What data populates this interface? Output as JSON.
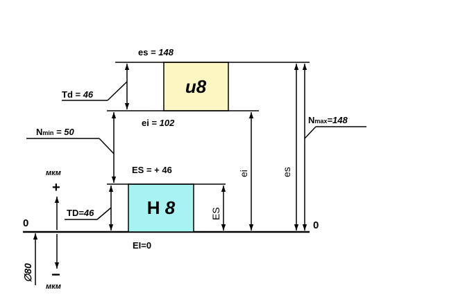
{
  "colors": {
    "shaft_zone": "#fbf6c2",
    "hole_zone": "#a6f3f2",
    "line": "#000000"
  },
  "shaft_zone": {
    "label_letter": "u",
    "label_grade": "8",
    "es_label": "es = ",
    "es_value": "148",
    "ei_label": "ei = ",
    "ei_value": "102",
    "td_label": "Td = ",
    "td_value": "46"
  },
  "hole_zone": {
    "label_letter": "H",
    "label_grade": "8",
    "es_label": "ES = + 46",
    "ei_label": "EI=0",
    "td_label": "TD=",
    "td_value": "46"
  },
  "clearances": {
    "n_min_main": "N",
    "n_min_sub": "min",
    "n_min_value": " = 50",
    "n_max_main": "N",
    "n_max_sub": "max",
    "n_max_value": "=148"
  },
  "dimension_labels": {
    "es_vertical": "es",
    "ei_vertical": "ei",
    "ES_vertical": "ES"
  },
  "zero_line": {
    "left_label": "0",
    "right_label": "0"
  },
  "axis": {
    "plus_sign": "+",
    "minus_sign": "−",
    "unit_top": "мкм",
    "unit_bottom": "мкм",
    "nominal_diameter": "∅80"
  }
}
